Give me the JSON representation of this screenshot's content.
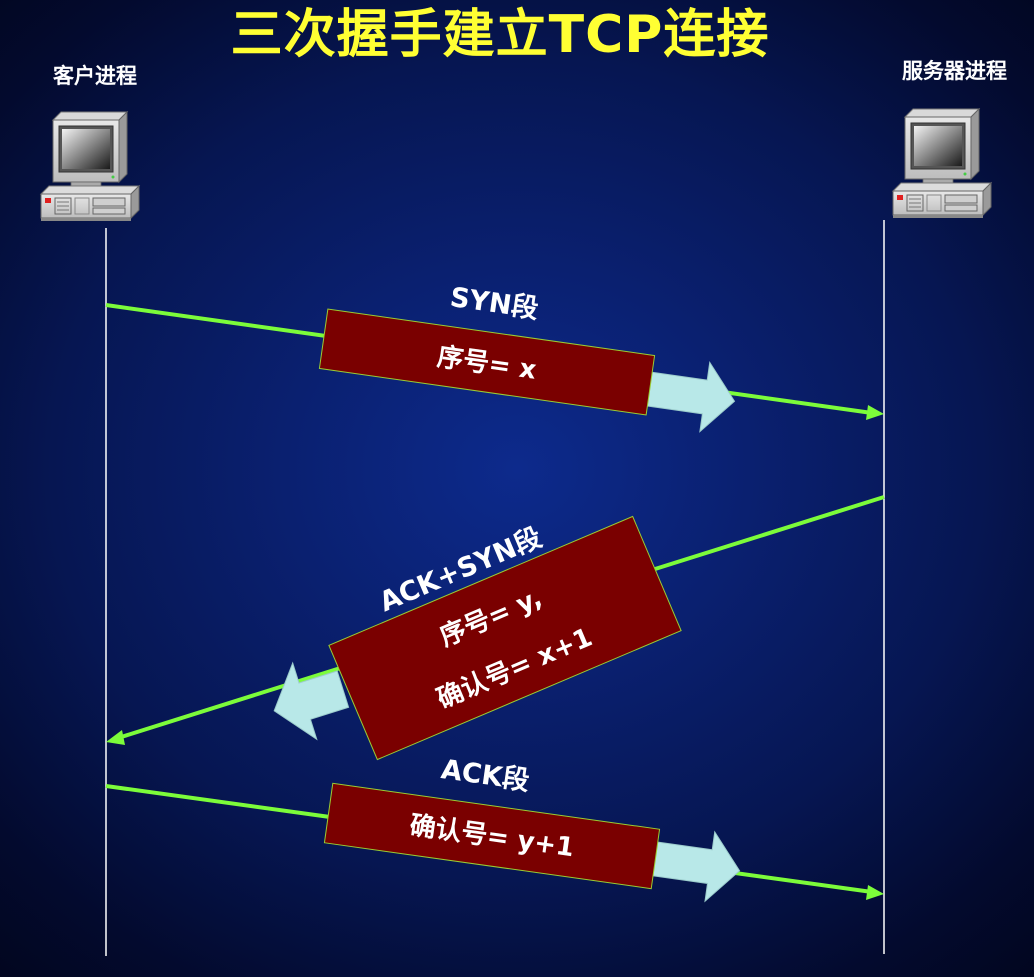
{
  "title": "三次握手建立TCP连接",
  "endpoints": {
    "client": "客户进程",
    "server": "服务器进程"
  },
  "segments": {
    "syn": {
      "name": "SYN段",
      "fields": [
        "序号= x"
      ]
    },
    "synack": {
      "name": "ACK+SYN段",
      "fields": [
        "序号= y,",
        "确认号= x+1"
      ]
    },
    "ack": {
      "name": "ACK段",
      "fields": [
        "确认号= y+1"
      ]
    }
  },
  "colors": {
    "background": "#061652",
    "title": "#ffff33",
    "arrow_line": "#7cfc3a",
    "segment_box": "#7a0000",
    "segment_border": "#9acd32",
    "direction_arrow": "#b8e8e8",
    "lifeline": "#ffffff"
  }
}
